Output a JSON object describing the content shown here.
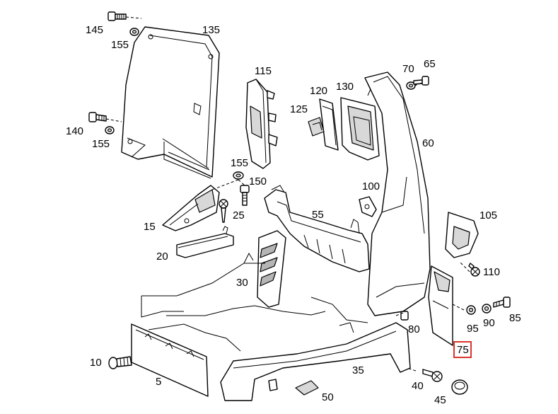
{
  "diagram": {
    "highlight_color": "#d9362b",
    "labels": {
      "p145": "145",
      "p155a": "155",
      "p135": "135",
      "p140": "140",
      "p155b": "155",
      "p115": "115",
      "p120": "120",
      "p130": "130",
      "p125": "125",
      "p70": "70",
      "p65": "65",
      "p60": "60",
      "p155c": "155",
      "p150": "150",
      "p25": "25",
      "p15": "15",
      "p100": "100",
      "p55": "55",
      "p105": "105",
      "p20": "20",
      "p30": "30",
      "p110": "110",
      "p95": "95",
      "p90": "90",
      "p85": "85",
      "p80": "80",
      "p75": "75",
      "p10": "10",
      "p5": "5",
      "p35": "35",
      "p50": "50",
      "p40": "40",
      "p45": "45"
    },
    "highlighted": "75"
  }
}
